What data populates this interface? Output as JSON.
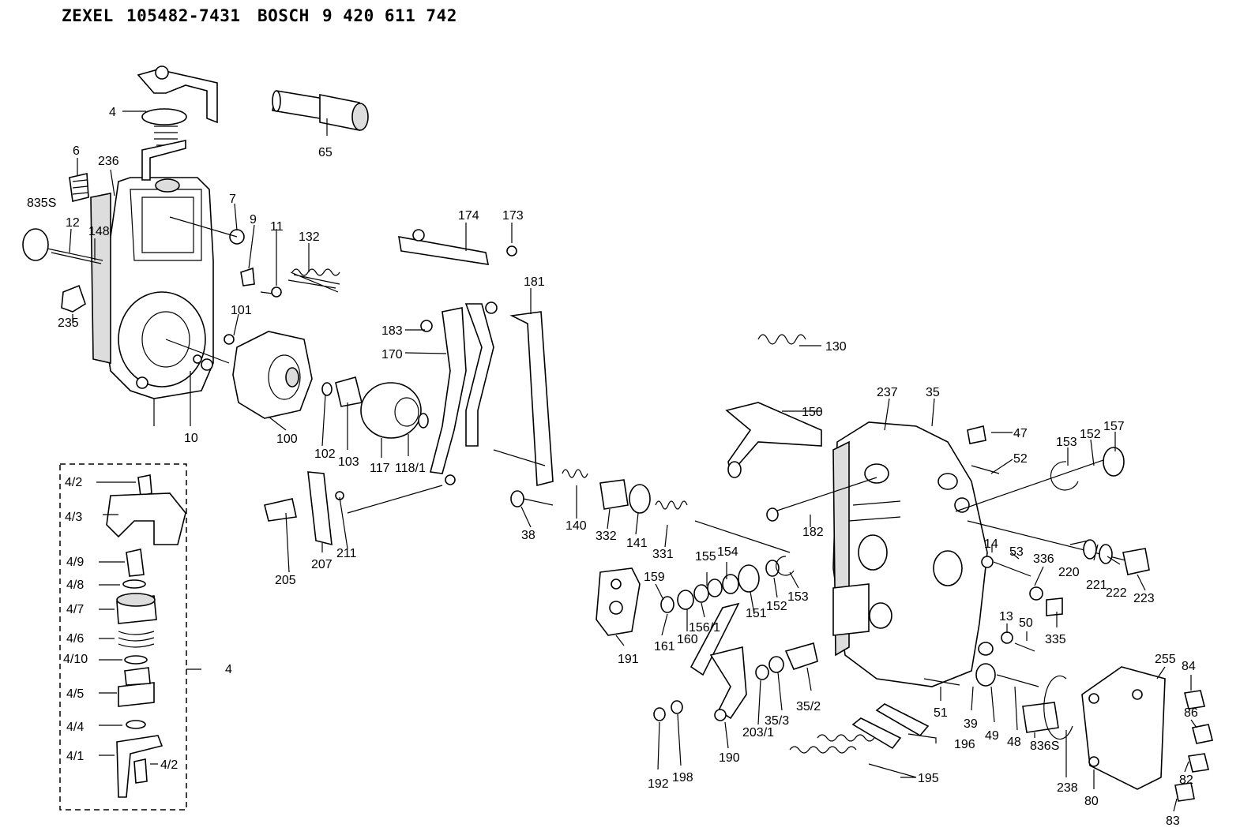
{
  "header": {
    "brand1": "ZEXEL",
    "part1": "105482-7431",
    "brand2": "BOSCH",
    "part2": "9 420 611 742"
  },
  "callouts": [
    "4",
    "6",
    "236",
    "835S",
    "12",
    "148",
    "7",
    "9",
    "11",
    "132",
    "235",
    "101",
    "10",
    "65",
    "100",
    "102",
    "103",
    "117",
    "118/1",
    "174",
    "173",
    "181",
    "183",
    "170",
    "205",
    "207",
    "211",
    "38",
    "140",
    "332",
    "141",
    "331",
    "130",
    "150",
    "237",
    "35",
    "47",
    "52",
    "153",
    "152",
    "157",
    "182",
    "14",
    "53",
    "336",
    "220",
    "221",
    "222",
    "223",
    "335",
    "13",
    "50",
    "191",
    "159",
    "155",
    "154",
    "161",
    "160",
    "156/1",
    "151",
    "152",
    "153",
    "35/3",
    "35/2",
    "203/1",
    "51",
    "39",
    "49",
    "48",
    "836S",
    "238",
    "80",
    "255",
    "84",
    "86",
    "82",
    "83",
    "192",
    "198",
    "190",
    "195",
    "196",
    "4/2",
    "4/3",
    "4/9",
    "4/8",
    "4/7",
    "4/6",
    "4/10",
    "4/5",
    "4/4",
    "4/1",
    "4/2",
    "4"
  ]
}
